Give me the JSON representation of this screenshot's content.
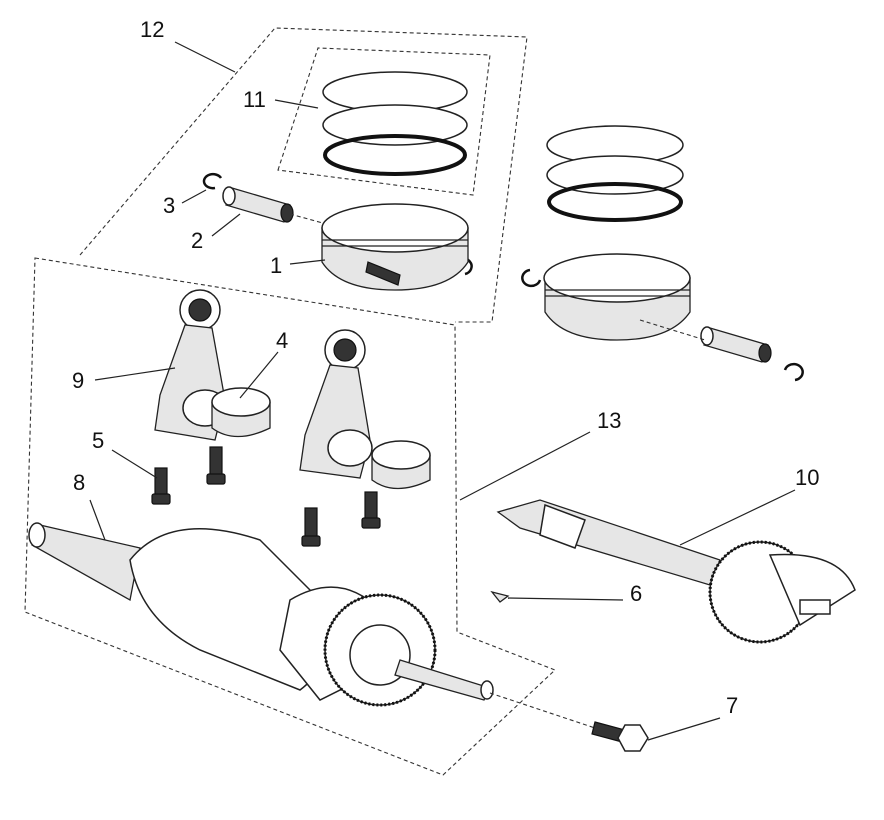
{
  "callouts": {
    "c1": "1",
    "c2": "2",
    "c3": "3",
    "c4": "4",
    "c5": "5",
    "c6": "6",
    "c7": "7",
    "c8": "8",
    "c9": "9",
    "c10": "10",
    "c11": "11",
    "c12": "12",
    "c13": "13"
  },
  "parts": [
    {
      "callout": "1",
      "icon": "piston-icon"
    },
    {
      "callout": "2",
      "icon": "piston-pin-icon"
    },
    {
      "callout": "3",
      "icon": "circlip-icon"
    },
    {
      "callout": "4",
      "icon": "bearing-shell-icon"
    },
    {
      "callout": "5",
      "icon": "conrod-bolt-icon"
    },
    {
      "callout": "6",
      "icon": "woodruff-key-icon"
    },
    {
      "callout": "7",
      "icon": "flange-bolt-icon"
    },
    {
      "callout": "8",
      "icon": "crankshaft-icon"
    },
    {
      "callout": "9",
      "icon": "connecting-rod-icon"
    },
    {
      "callout": "10",
      "icon": "balancer-shaft-icon"
    },
    {
      "callout": "11",
      "icon": "piston-ring-set-icon"
    },
    {
      "callout": "12",
      "icon": "piston-assembly-group"
    },
    {
      "callout": "13",
      "icon": "crankshaft-assembly-group"
    }
  ]
}
